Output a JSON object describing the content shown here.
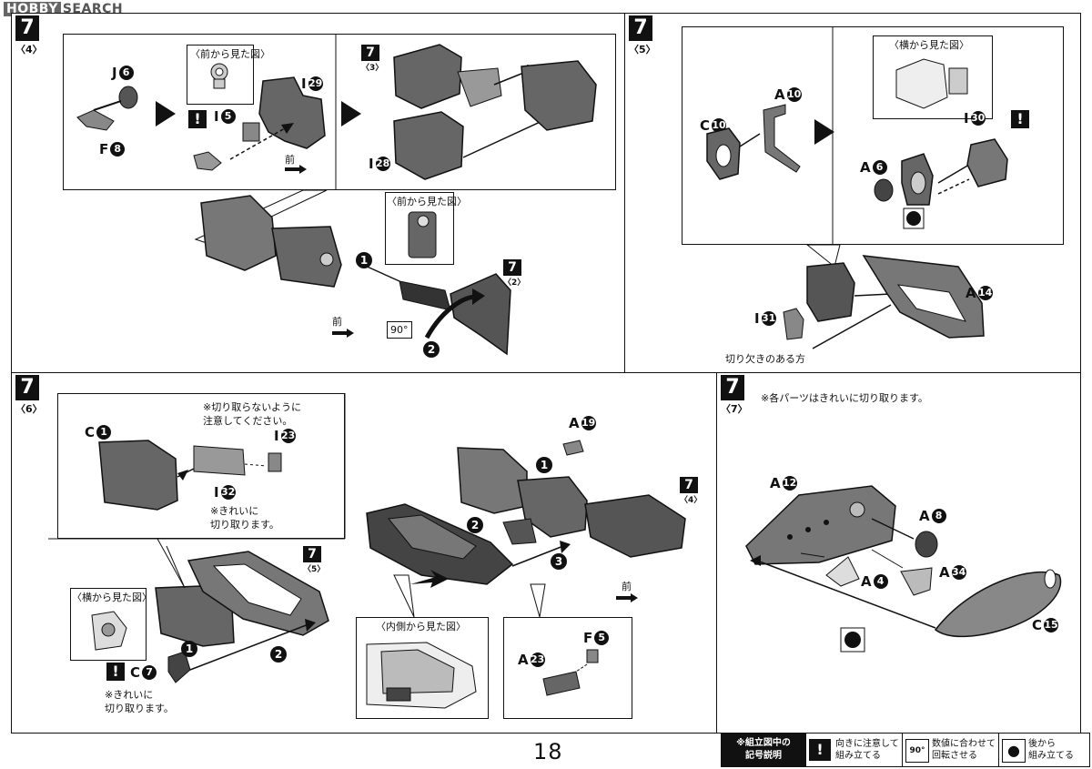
{
  "watermark": {
    "brand": "HOBBY",
    "rest": "SEARCH"
  },
  "page_number": "18",
  "panels": {
    "p74": {
      "step": "7",
      "sub": "〈4〉",
      "view_front_1": "〈前から見た図〉",
      "view_front_2": "〈前から見た図〉",
      "labels": {
        "j6": "J",
        "j6n": "6",
        "f8": "F",
        "f8n": "8",
        "i5": "I",
        "i5n": "5",
        "i29": "I",
        "i29n": "29",
        "i28": "I",
        "i28n": "28"
      },
      "front": "前",
      "front2": "前",
      "ref3": "〈3〉",
      "ref2": "〈2〉",
      "rot": "90°"
    },
    "p75": {
      "step": "7",
      "sub": "〈5〉",
      "view_side": "〈横から見た図〉",
      "labels": {
        "a10": "A",
        "a10n": "10",
        "c10": "C",
        "c10n": "10",
        "i30": "I",
        "i30n": "30",
        "a6": "A",
        "a6n": "6",
        "a14": "A",
        "a14n": "14",
        "i31": "I",
        "i31n": "31"
      },
      "notch": "切り欠きのある方"
    },
    "p76": {
      "step": "7",
      "sub": "〈6〉",
      "caution1": "※切り取らないように\n注意してください。",
      "clean1": "※きれいに\n切り取ります。",
      "clean2": "※きれいに\n切り取ります。",
      "view_side": "〈横から見た図〉",
      "view_inner": "〈内側から見た図〉",
      "labels": {
        "c1": "C",
        "c1n": "1",
        "i23": "I",
        "i23n": "23",
        "i32": "I",
        "i32n": "32",
        "c7": "C",
        "c7n": "7",
        "a19": "A",
        "a19n": "19",
        "f5": "F",
        "f5n": "5",
        "a23": "A",
        "a23n": "23"
      },
      "ref5": "〈5〉",
      "ref4": "〈4〉",
      "front": "前"
    },
    "p77": {
      "step": "7",
      "sub": "〈7〉",
      "note": "※各パーツはきれいに切り取ります。",
      "labels": {
        "a12": "A",
        "a12n": "12",
        "a8": "A",
        "a8n": "8",
        "a4": "A",
        "a4n": "4",
        "a34": "A",
        "a34n": "34",
        "c15": "C",
        "c15n": "15"
      }
    }
  },
  "legend": {
    "header": "※組立図中の\n記号説明",
    "items": [
      {
        "icon": "!",
        "text": "向きに注意して\n組み立てる"
      },
      {
        "icon": "90°",
        "text": "数値に合わせて\n回転させる"
      },
      {
        "icon": "●",
        "text": "後から\n組み立てる"
      }
    ]
  }
}
